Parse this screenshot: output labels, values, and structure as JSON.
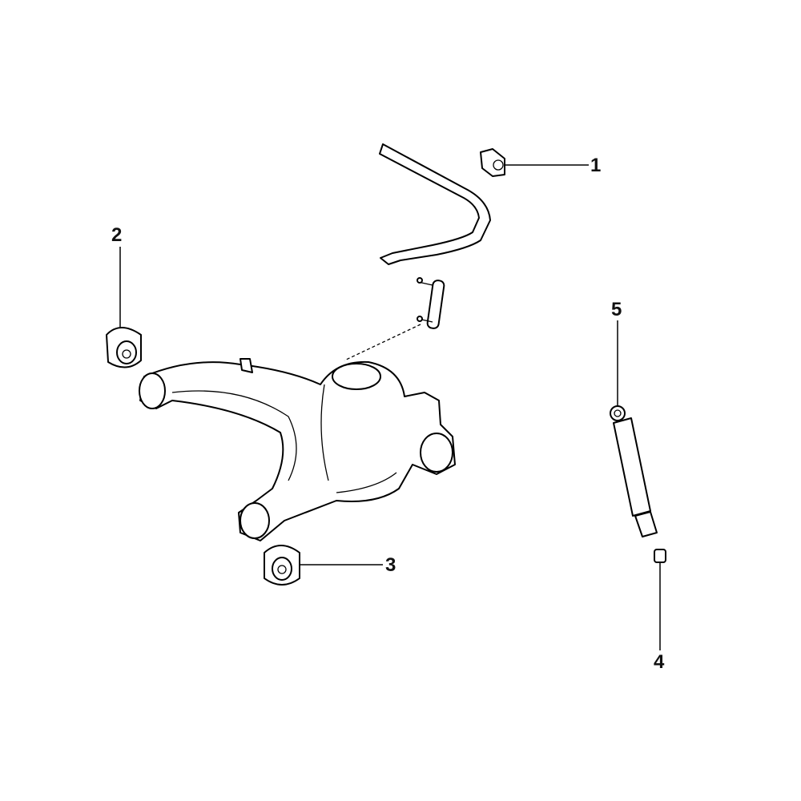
{
  "callouts": [
    {
      "number": "1",
      "part": "stabilizer-bushing"
    },
    {
      "number": "2",
      "part": "arm-bushing-upper"
    },
    {
      "number": "3",
      "part": "arm-bushing-lower"
    },
    {
      "number": "4",
      "part": "shock-bushing"
    },
    {
      "number": "5",
      "part": "shock-absorber"
    }
  ]
}
